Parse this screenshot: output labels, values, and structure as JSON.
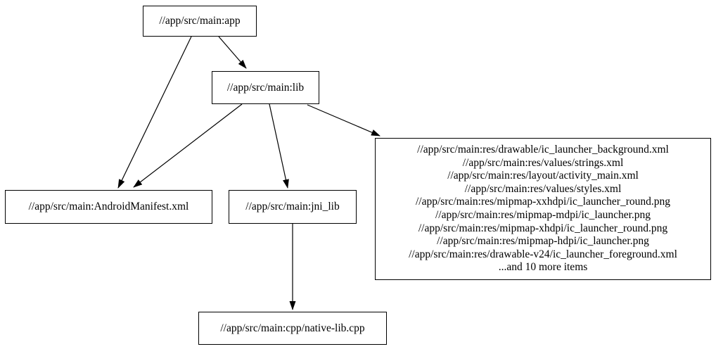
{
  "diagram": {
    "kind": "build-dependency-graph",
    "background_color": "#ffffff",
    "node_fill_color": "#ffffff",
    "node_border_color": "#000000",
    "edge_color": "#000000",
    "text_color": "#000000"
  },
  "nodes": {
    "app": {
      "label": "//app/src/main:app"
    },
    "lib": {
      "label": "//app/src/main:lib"
    },
    "manifest": {
      "label": "//app/src/main:AndroidManifest.xml"
    },
    "jni_lib": {
      "label": "//app/src/main:jni_lib"
    },
    "resources": {
      "lines": [
        "//app/src/main:res/drawable/ic_launcher_background.xml",
        "//app/src/main:res/values/strings.xml",
        "//app/src/main:res/layout/activity_main.xml",
        "//app/src/main:res/values/styles.xml",
        "//app/src/main:res/mipmap-xxhdpi/ic_launcher_round.png",
        "//app/src/main:res/mipmap-mdpi/ic_launcher.png",
        "//app/src/main:res/mipmap-xhdpi/ic_launcher_round.png",
        "//app/src/main:res/mipmap-hdpi/ic_launcher.png",
        "//app/src/main:res/drawable-v24/ic_launcher_foreground.xml",
        "...and 10 more items"
      ]
    },
    "native_cpp": {
      "label": "//app/src/main:cpp/native-lib.cpp"
    }
  },
  "edges": [
    {
      "from": "app",
      "to": "lib"
    },
    {
      "from": "app",
      "to": "manifest"
    },
    {
      "from": "lib",
      "to": "manifest"
    },
    {
      "from": "lib",
      "to": "jni_lib"
    },
    {
      "from": "lib",
      "to": "resources"
    },
    {
      "from": "jni_lib",
      "to": "native_cpp"
    }
  ]
}
